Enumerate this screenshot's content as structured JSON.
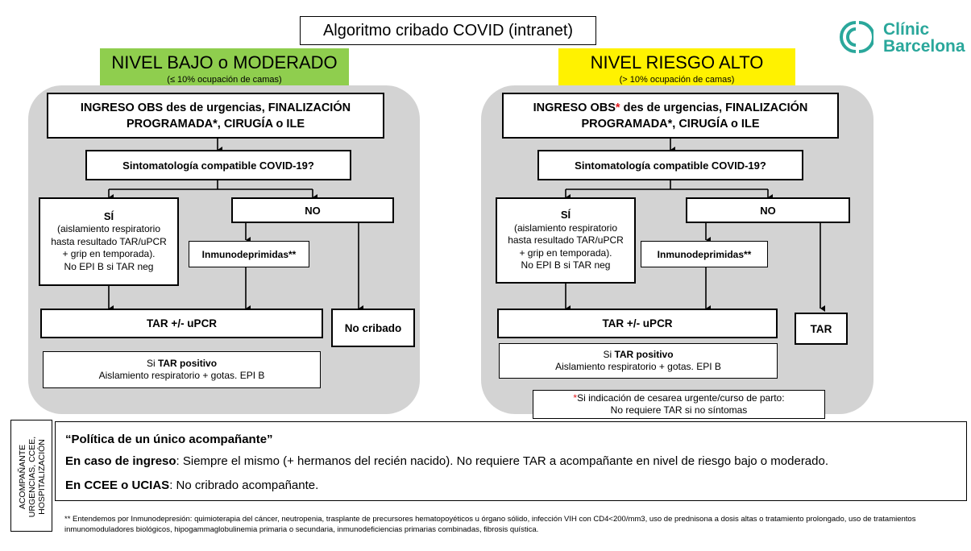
{
  "title": "Algoritmo cribado COVID (intranet)",
  "logo": {
    "line1": "Clínic",
    "line2": "Barcelona",
    "color": "#2aa79b"
  },
  "left": {
    "level_title": "NIVEL BAJO o MODERADO",
    "level_sub": "(≤ 10% ocupación de camas)",
    "level_color": "#8fce4e",
    "ingreso_line1": "INGRESO OBS des de urgencias,  FINALIZACIÓN",
    "ingreso_line2": "PROGRAMADA*, CIRUGÍA o ILE",
    "sintomatologia": "Sintomatología compatible COVID-19?",
    "si_title": "SÍ",
    "si_lines": [
      "(aislamiento respiratorio",
      "hasta resultado TAR/uPCR",
      "+ grip en temporada).",
      "No EPI B si TAR neg"
    ],
    "no_label": "NO",
    "inmuno": "Inmunodeprimidas**",
    "tar": "TAR +/- uPCR",
    "nocribado": "No cribado",
    "result_pre": "Si ",
    "result_bold": "TAR positivo",
    "result_line2": "Aislamiento respiratorio + gotas. EPI B"
  },
  "right": {
    "level_title": "NIVEL RIESGO ALTO",
    "level_sub": "(> 10% ocupación de camas)",
    "level_color": "#fff200",
    "ingreso_a": "INGRESO OBS",
    "ingreso_star": "*",
    "ingreso_b": " des de urgencias,  FINALIZACIÓN",
    "ingreso_line2": "PROGRAMADA*, CIRUGÍA o ILE",
    "sintomatologia": "Sintomatología compatible COVID-19?",
    "si_title": "SÍ",
    "si_lines": [
      "(aislamiento respiratorio",
      "hasta resultado TAR/uPCR",
      "+ grip en temporada).",
      "No EPI B si TAR neg"
    ],
    "no_label": "NO",
    "inmuno": "Inmunodeprimidas**",
    "tar": "TAR +/- uPCR",
    "tar_only": "TAR",
    "result_pre": "Si ",
    "result_bold": "TAR positivo",
    "result_line2": "Aislamiento respiratorio + gotas. EPI B",
    "note_star": "*",
    "note_line1": "Si indicación de cesarea urgente/curso de parto:",
    "note_line2": "No requiere TAR si no síntomas"
  },
  "side_label": [
    "ACOMPAÑANTE",
    "URGENCIAS, CCEE,",
    "HOSPITALIZACIÓN"
  ],
  "policy": {
    "heading": "“Política de un único acompañante”",
    "line1_bold": "En caso de ingreso",
    "line1_rest": ":  Siempre el mismo (+ hermanos del recién nacido). No requiere TAR a acompañante en nivel de riesgo bajo o moderado.",
    "line2_bold": "En CCEE o UCIAS",
    "line2_rest": ": No cribrado acompañante."
  },
  "footnote": "** Entendemos por Inmunodepresión: quimioterapia del cáncer, neutropenia, trasplante de precursores hematopoyéticos u órgano sólido, infección VIH con CD4<200/mm3, uso de prednisona a dosis altas o tratamiento prolongado, uso de tratamientos inmunomoduladores biológicos, hipogammaglobulinemia primaria o secundaria, inmunodeficiencias primarias combinadas, fibrosis quística."
}
